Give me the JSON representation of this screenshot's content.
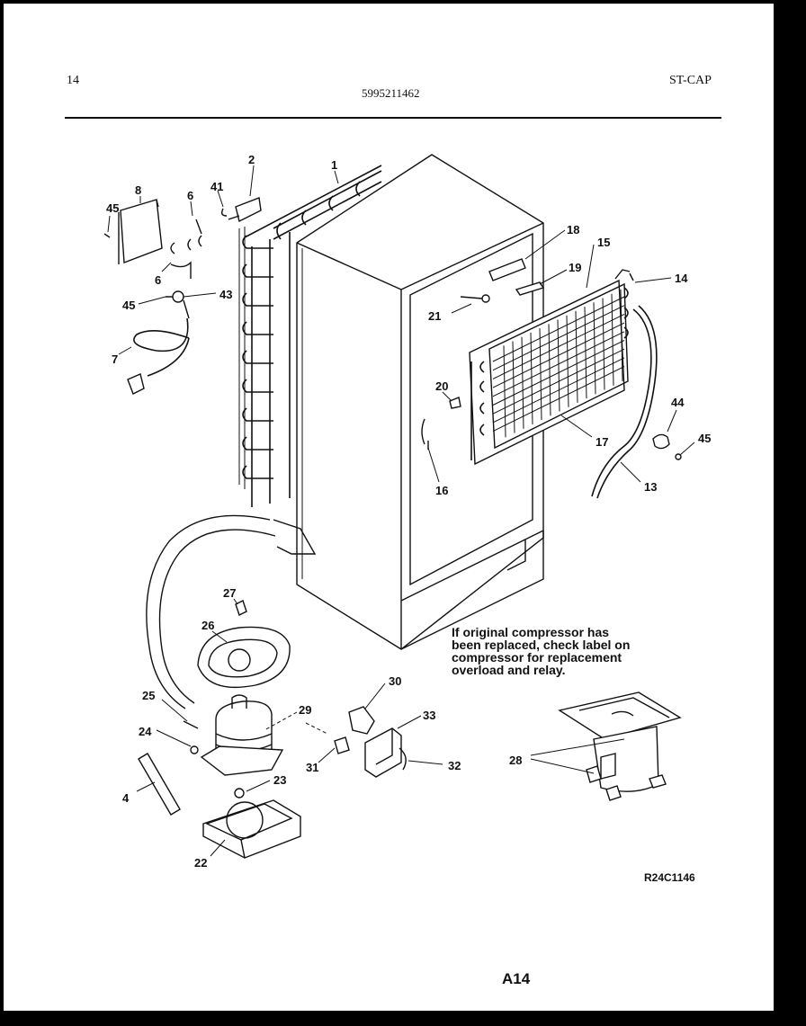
{
  "header": {
    "page_number": "14",
    "part_number": "5995211462",
    "section": "ST-CAP"
  },
  "note": {
    "lines": [
      "If original compressor has",
      "been replaced, check label on",
      "compressor for replacement",
      "overload and relay."
    ]
  },
  "drawing_code": "R24C1146",
  "footer_page": "A14",
  "callouts": [
    "1",
    "2",
    "41",
    "8",
    "45",
    "6",
    "6",
    "45",
    "43",
    "7",
    "18",
    "15",
    "19",
    "14",
    "21",
    "20",
    "16",
    "17",
    "44",
    "45",
    "13",
    "27",
    "26",
    "25",
    "24",
    "29",
    "30",
    "33",
    "31",
    "32",
    "23",
    "4",
    "22",
    "28"
  ]
}
